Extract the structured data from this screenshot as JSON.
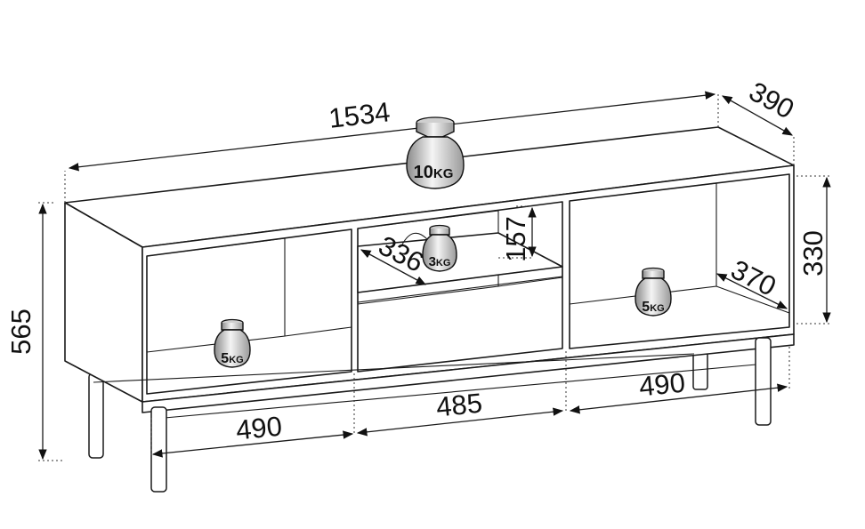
{
  "dimensions": {
    "total_width": "1534",
    "depth": "390",
    "total_height": "565",
    "compartment_height": "330",
    "shelf_height": "157",
    "shelf_depth": "336",
    "inner_depth": "370",
    "left_width": "490",
    "middle_width": "485",
    "right_width": "490"
  },
  "weights": {
    "top": {
      "value": "10",
      "unit": "KG"
    },
    "shelf": {
      "value": "3",
      "unit": "KG"
    },
    "left": {
      "value": "5",
      "unit": "KG"
    },
    "right": {
      "value": "5",
      "unit": "KG"
    }
  }
}
